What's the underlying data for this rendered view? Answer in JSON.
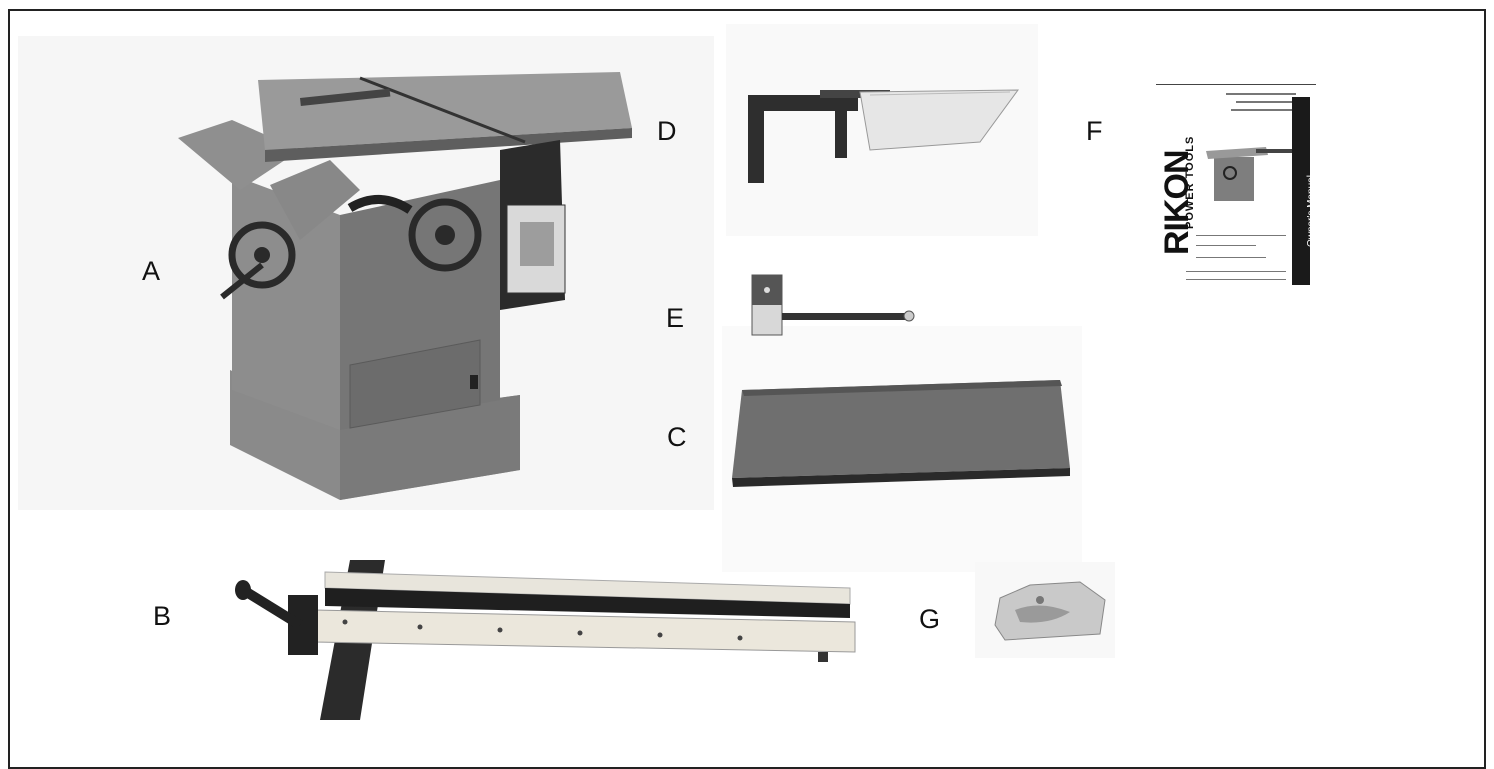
{
  "labels": {
    "a": "A",
    "b": "B",
    "c": "C",
    "d": "D",
    "e": "E",
    "f": "F",
    "g": "G"
  },
  "manual": {
    "brand": "RIKON",
    "brand_sub": "POWER TOOLS",
    "side_title": "Owner's Manual"
  },
  "colors": {
    "ink": "#111111",
    "saw_body": "#7d7d7d",
    "saw_dark": "#2a2a2a",
    "fence_face": "#e8e5dc"
  }
}
